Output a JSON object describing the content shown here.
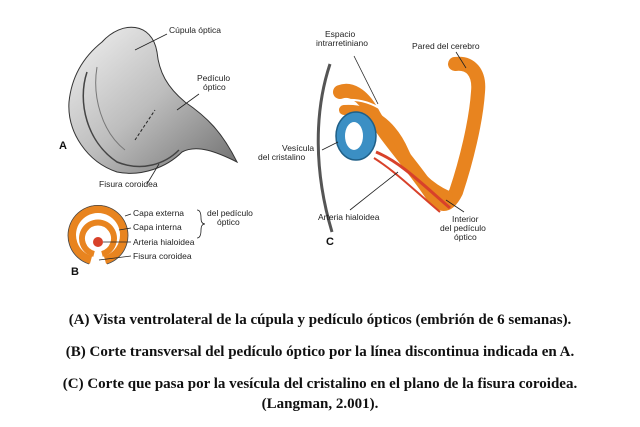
{
  "figure": {
    "panel_a": {
      "letter": "A",
      "labels": {
        "cupula": "Cúpula óptica",
        "pediculo_line1": "Pedículo",
        "pediculo_line2": "óptico",
        "fisura": "Fisura coroidea"
      }
    },
    "panel_b": {
      "letter": "B",
      "labels": {
        "capa_externa": "Capa externa",
        "capa_interna": "Capa interna",
        "del_pediculo_line1": "del pedículo",
        "del_pediculo_line2": "óptico",
        "arteria": "Arteria hialoidea",
        "fisura": "Fisura coroidea"
      }
    },
    "panel_c": {
      "letter": "C",
      "labels": {
        "espacio_line1": "Espacio",
        "espacio_line2": "intrarretiniano",
        "pared": "Pared del cerebro",
        "vesicula_line1": "Vesícula",
        "vesicula_line2": "del cristalino",
        "arteria": "Arteria hialoidea",
        "interior_line1": "Interior",
        "interior_line2": "del pedículo",
        "interior_line3": "óptico"
      }
    },
    "colors": {
      "orange": "#e8841f",
      "blue": "#3b8fc4",
      "red": "#d8412a"
    }
  },
  "captions": {
    "a": "(A) Vista ventrolateral de la cúpula y pedículo ópticos (embrión de 6 semanas).",
    "b": "(B) Corte transversal del pedículo óptico por la línea discontinua indicada en A.",
    "c": "(C) Corte que pasa por la vesícula del cristalino en el plano de la fisura coroidea.",
    "source": "(Langman, 2.001)."
  }
}
